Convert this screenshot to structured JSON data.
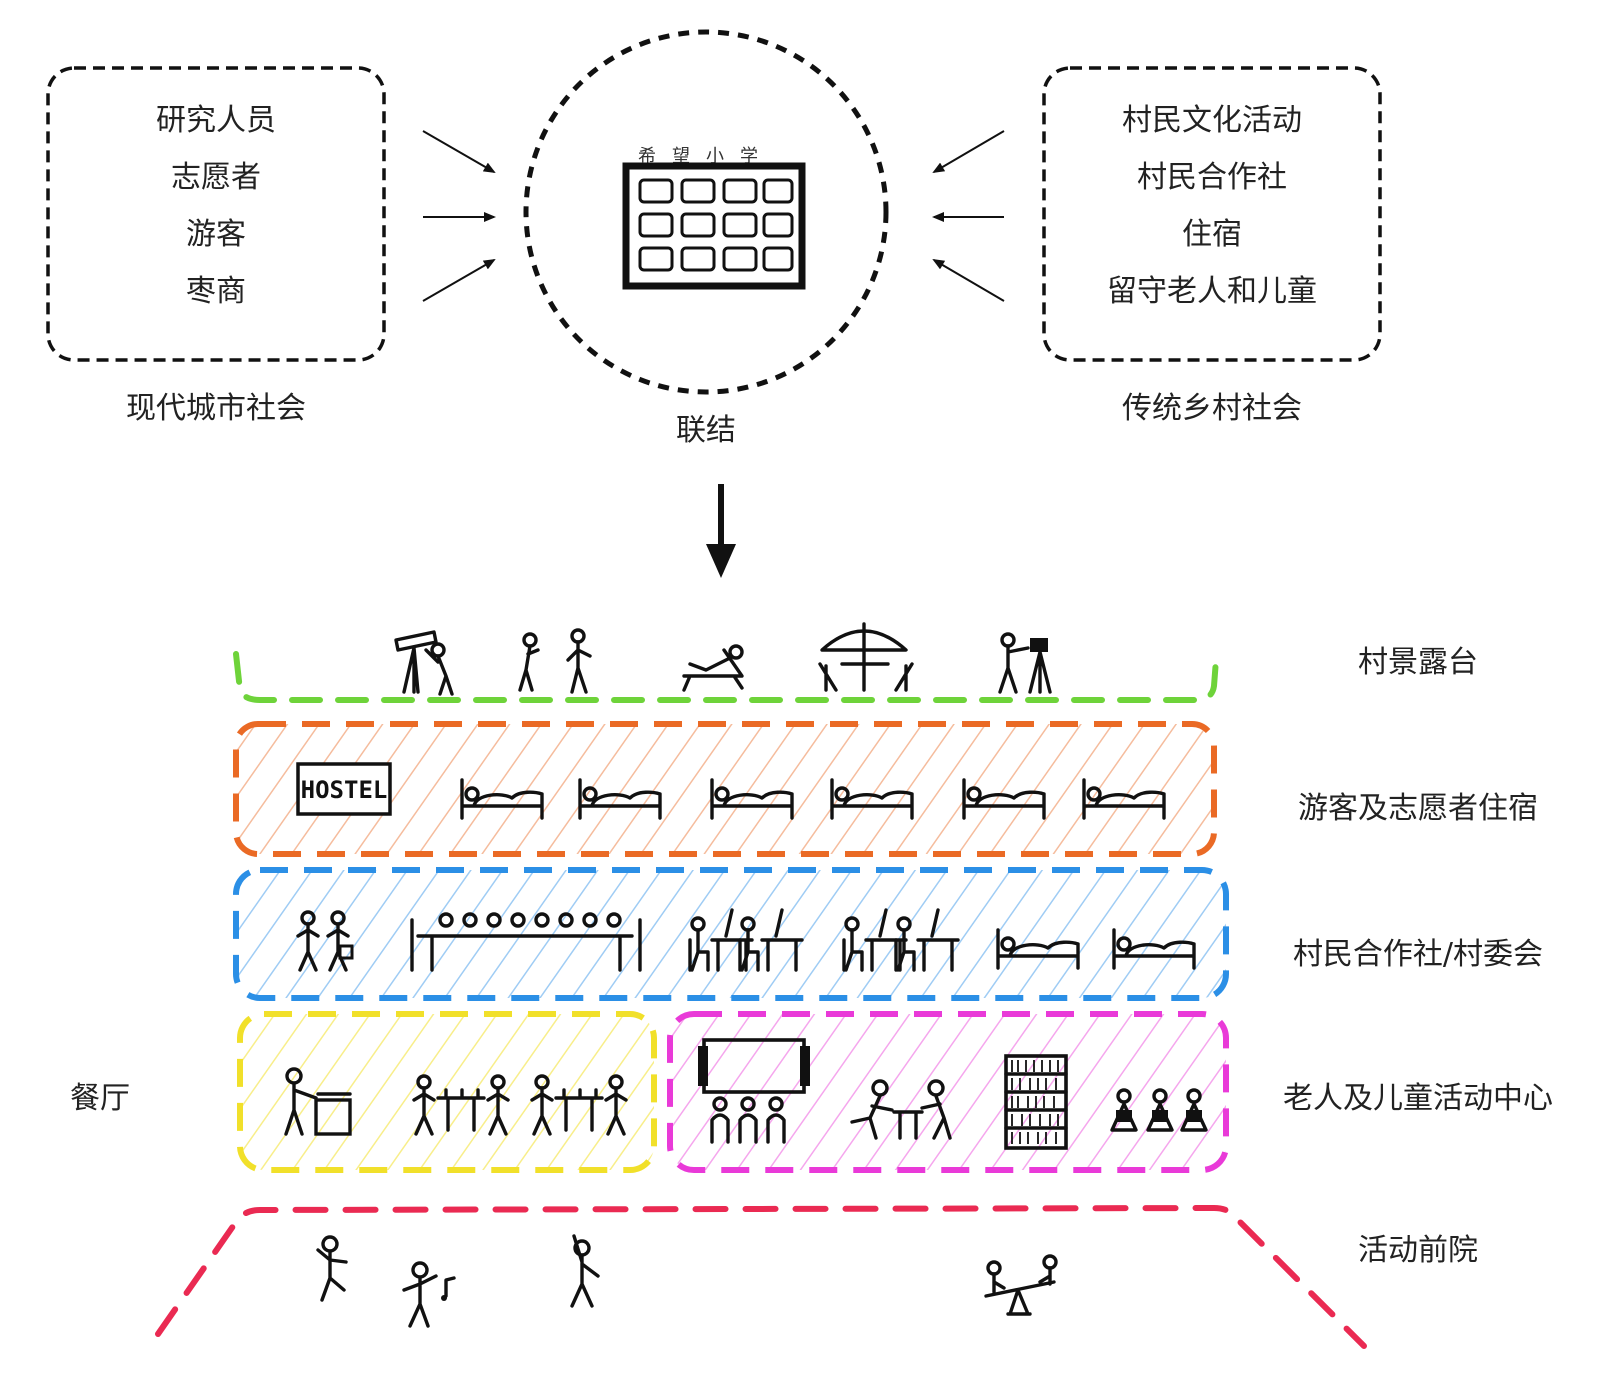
{
  "top": {
    "left_box": {
      "items": [
        "研究人员",
        "志愿者",
        "游客",
        "枣商"
      ],
      "caption": "现代城市社会"
    },
    "center": {
      "school_sign": "希望小学",
      "caption": "联结"
    },
    "right_box": {
      "items": [
        "村民文化活动",
        "村民合作社",
        "住宿",
        "留守老人和儿童"
      ],
      "caption": "传统乡村社会"
    }
  },
  "zones": {
    "terrace": {
      "label": "村景露台",
      "color": "#6ed33a"
    },
    "lodging": {
      "label": "游客及志愿者住宿",
      "color": "#ea6a25",
      "sign": "HOSTEL"
    },
    "cooperative": {
      "label": "村民合作社/村委会",
      "color": "#2b8fe6"
    },
    "restaurant": {
      "label": "餐厅",
      "color": "#f1e02a"
    },
    "center": {
      "label": "老人及儿童活动中心",
      "color": "#e93ad8"
    },
    "courtyard": {
      "label": "活动前院",
      "color": "#ea2a52"
    }
  },
  "icons": [
    "telescope-icon",
    "photographer-icon",
    "lounger-icon",
    "umbrella-table-icon",
    "camera-tripod-icon",
    "hostel-sign-icon",
    "bed-icon",
    "handshake-icon",
    "meeting-table-icon",
    "desk-worker-icon",
    "cook-icon",
    "dining-table-icon",
    "projector-screen-icon",
    "audience-icon",
    "chess-players-icon",
    "bookshelf-icon",
    "reading-children-icon",
    "dancer-icon",
    "seesaw-icon"
  ]
}
